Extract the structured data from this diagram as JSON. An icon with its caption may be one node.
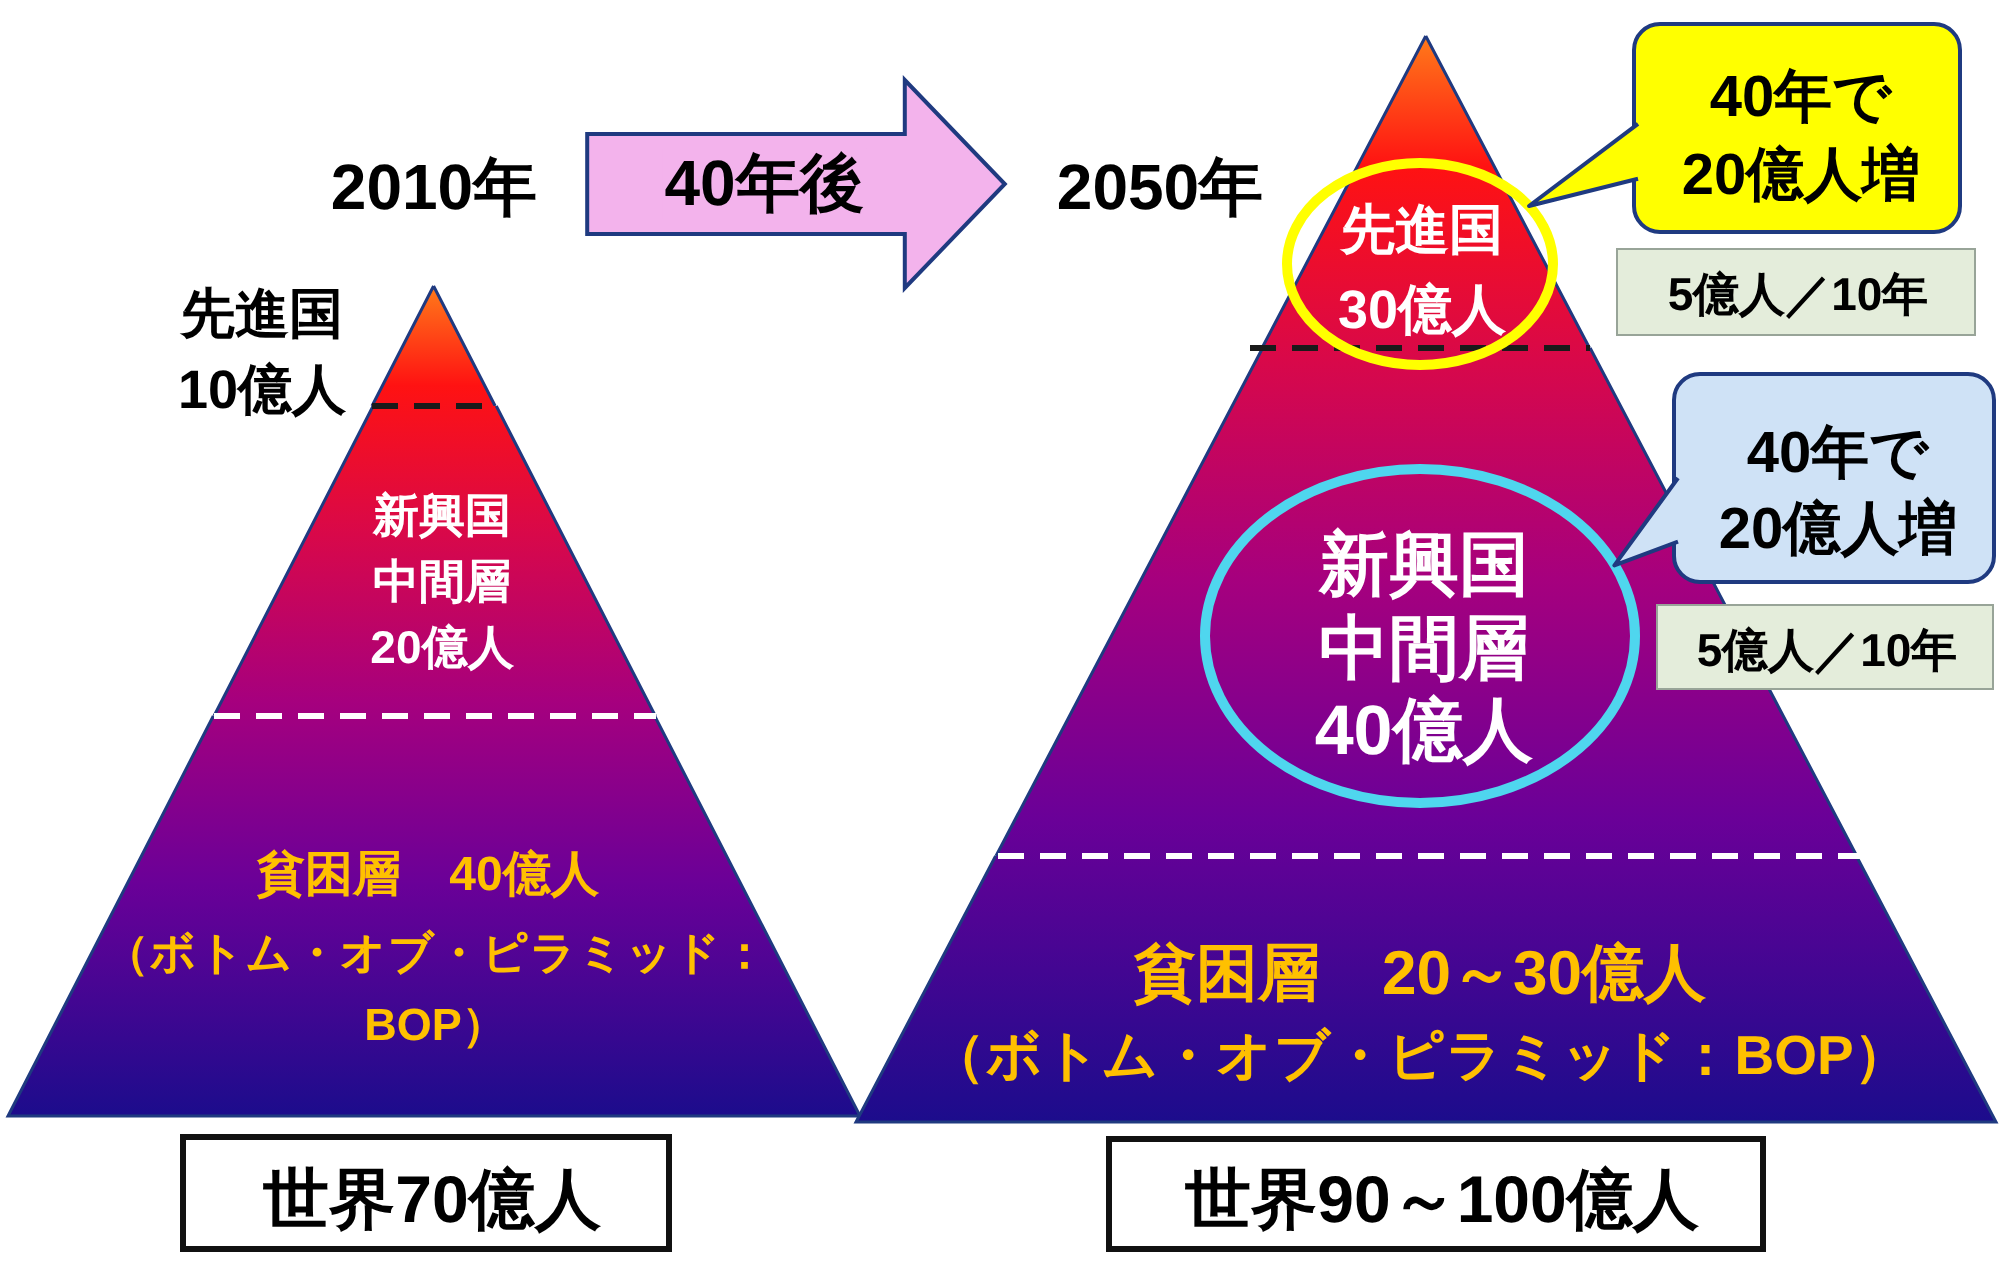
{
  "diagram": {
    "nodes": [
      {
        "text": [
          "2010年"
        ]
      },
      {
        "text": [
          "2050年"
        ]
      },
      {
        "text": [
          "40年で20億人増"
        ]
      },
      {
        "text": [
          "先進国30億人"
        ]
      },
      {
        "text": [
          "5億人／10年"
        ]
      },
      {
        "text": [
          "先進国10億人"
        ]
      },
      {
        "text": [
          "新興国中間層20億人"
        ]
      },
      {
        "text": [
          "貧困層　40億人",
          "（ボトム・オブ・ピラミッド：BOP）"
        ]
      },
      {
        "text": [],
        "shape": "triangle"
      },
      {
        "text": [],
        "shape": "trapezoid"
      },
      {
        "text": [
          "新興国中間層40億人"
        ],
        "in": 9
      },
      {
        "text": [
          "40年で20億人増"
        ]
      },
      {
        "text": [
          "5億人／10年"
        ]
      },
      {
        "text": [
          "貧困層　20～30億人",
          "（ボトム・オブ・ピラミッド：BOP）"
        ]
      },
      {
        "text": [
          "世界70億人"
        ]
      },
      {
        "text": [
          "世界90～100億人"
        ]
      }
    ],
    "edges": [
      {
        "from": 0,
        "to": 1,
        "arrow": "to",
        "label": "40年後",
        "style": "thick",
        "color": "#f3b3ec"
      },
      {
        "from": 2,
        "to": 3,
        "arrow": "to"
      },
      {
        "from": 11,
        "to": 10,
        "arrow": "to"
      }
    ]
  }
}
